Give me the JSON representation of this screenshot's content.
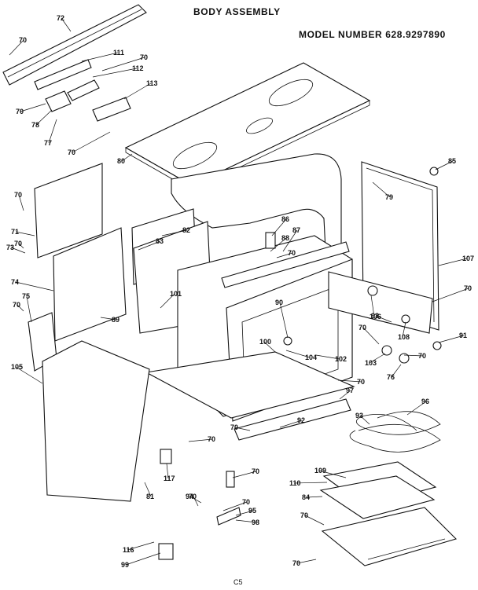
{
  "header": {
    "title": "BODY ASSEMBLY",
    "model": "MODEL NUMBER 628.9297890"
  },
  "callouts": [
    "72",
    "70",
    "111",
    "70",
    "112",
    "113",
    "70",
    "78",
    "77",
    "70",
    "80",
    "85",
    "79",
    "70",
    "71",
    "70",
    "73",
    "82",
    "83",
    "86",
    "88",
    "87",
    "70",
    "107",
    "74",
    "70",
    "75",
    "89",
    "101",
    "106",
    "70",
    "93",
    "108",
    "91",
    "90",
    "100",
    "70",
    "70",
    "104",
    "102",
    "103",
    "76",
    "105",
    "70",
    "97",
    "96",
    "70",
    "70",
    "92",
    "93",
    "117",
    "70",
    "109",
    "110",
    "84",
    "81",
    "70",
    "94",
    "70",
    "95",
    "98",
    "70",
    "116",
    "99",
    "70"
  ],
  "footer": {
    "page_code": "C5"
  }
}
